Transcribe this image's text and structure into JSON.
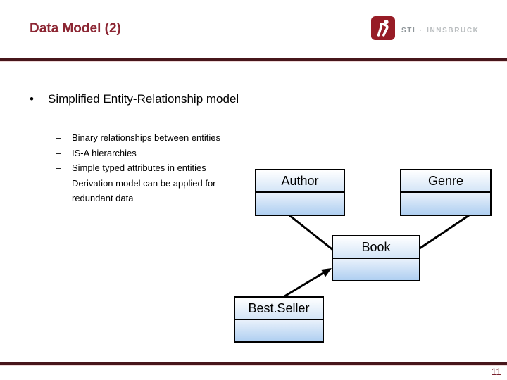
{
  "header": {
    "title": "Data Model (2)",
    "logo": {
      "icon": "sti-runner-icon",
      "text_primary": "STI",
      "separator": "·",
      "text_secondary": "INNSBRUCK"
    }
  },
  "content": {
    "bullet_glyph": "•",
    "bullet": "Simplified Entity-Relationship model",
    "dash_glyph": "–",
    "sub_bullets": [
      "Binary relationships between entities",
      "IS-A hierarchies",
      "Simple typed attributes in entities",
      "Derivation model can be applied for redundant data"
    ]
  },
  "diagram": {
    "type": "entity-relationship",
    "entities": [
      {
        "label": "Author"
      },
      {
        "label": "Genre"
      },
      {
        "label": "Book"
      },
      {
        "label": "Best.Seller"
      }
    ],
    "connectors": [
      {
        "from": "Author",
        "to": "Book",
        "style": "line"
      },
      {
        "from": "Genre",
        "to": "Book",
        "style": "line"
      },
      {
        "from": "Best.Seller",
        "to": "Book",
        "style": "arrow"
      }
    ]
  },
  "footer": {
    "page_number": "11"
  },
  "colors": {
    "title_maroon": "#8C2633",
    "divider_dark": "#47161B",
    "divider_glow": "#EFD9D9",
    "logo_maroon": "#971C26",
    "entity_border": "#000000",
    "entity_title_gradient": [
      "#FFFFFF",
      "#D4E5F7"
    ],
    "entity_body_gradient": [
      "#E9F1FB",
      "#AFCFF1"
    ],
    "page_number_color": "#7A222E"
  }
}
